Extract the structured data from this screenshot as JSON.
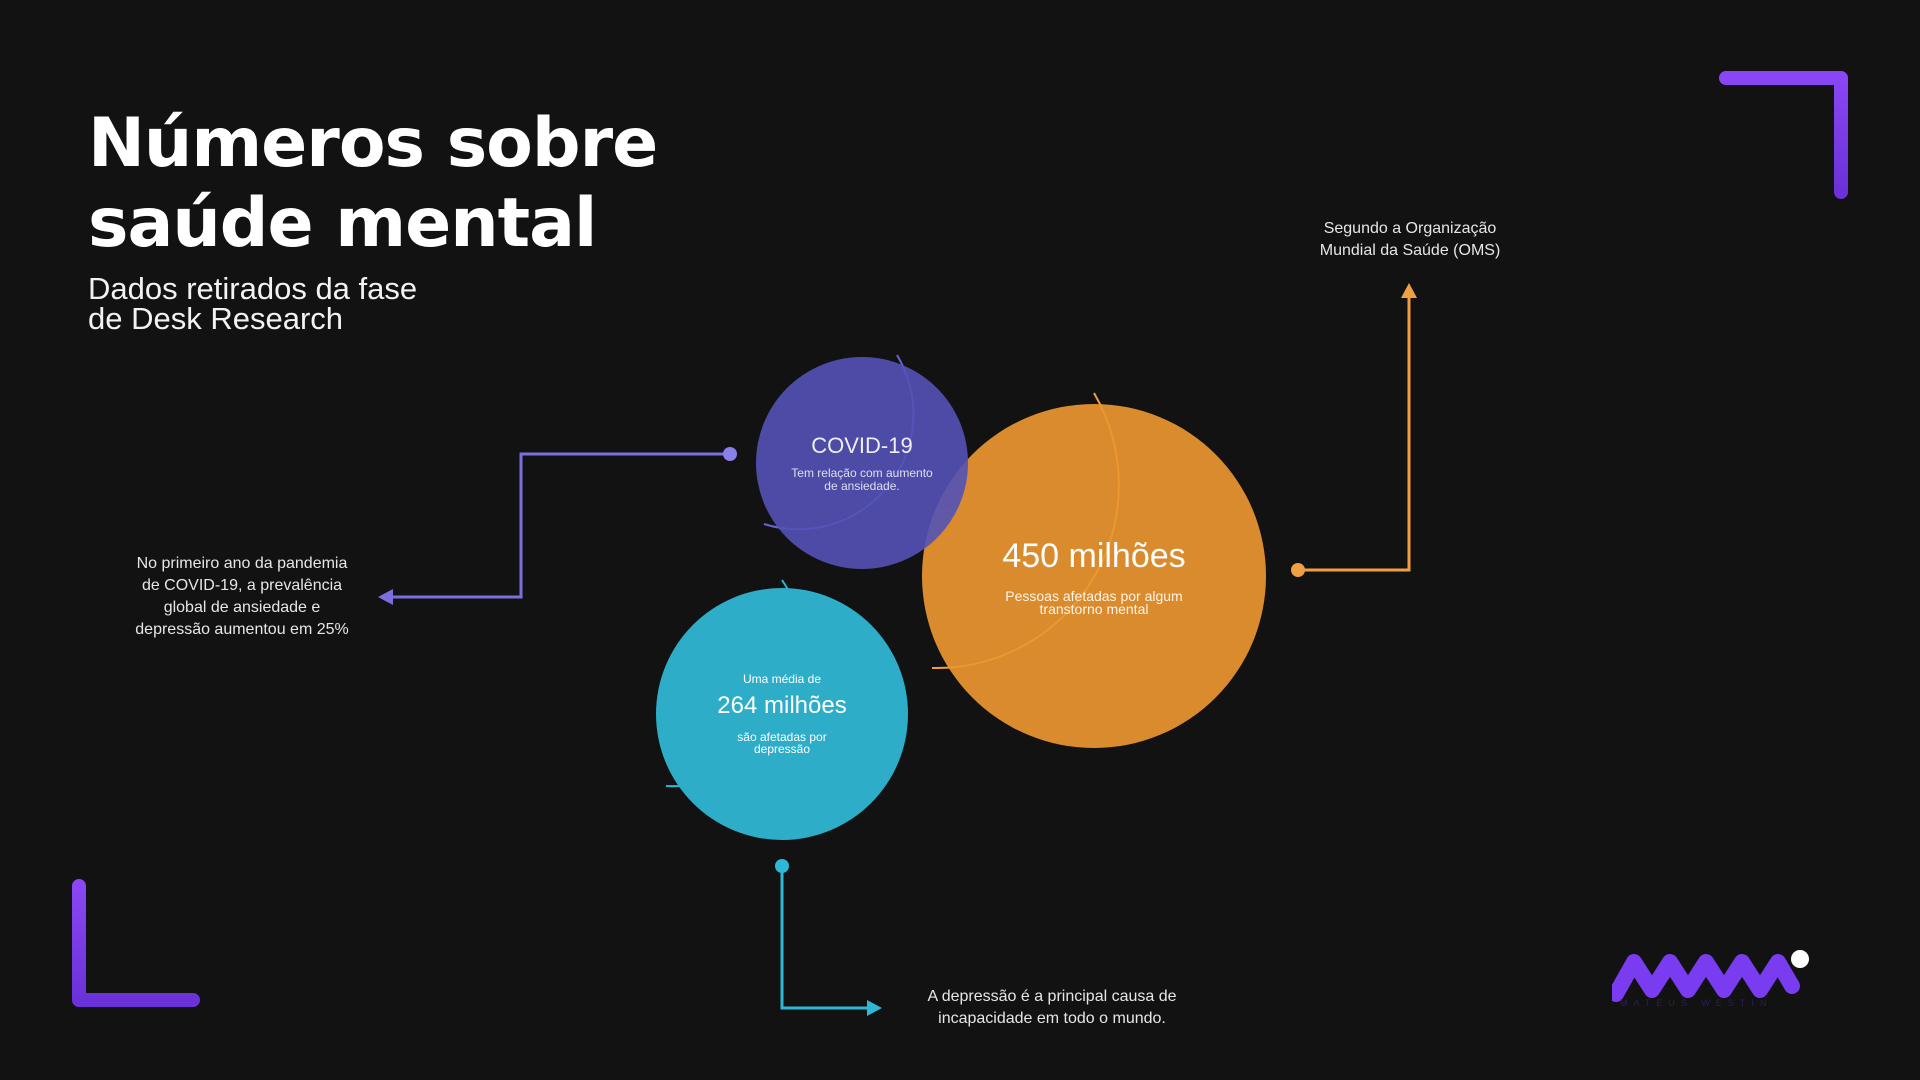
{
  "title": {
    "line1": "Números sobre",
    "line2": "saúde mental"
  },
  "subtitle": {
    "line1": "Dados retirados da fase",
    "line2": "de Desk Research"
  },
  "circles": {
    "covid": {
      "heading": "COVID-19",
      "line1": "Tem relação com aumento",
      "line2": "de ansiedade."
    },
    "orange": {
      "value": "450 milhões",
      "line1": "Pessoas afetadas por algum",
      "line2": "transtorno mental"
    },
    "blue": {
      "prefix": "Uma média de",
      "value": "264 milhões",
      "line1": "são afetadas por",
      "line2": "depressão"
    }
  },
  "annotations": {
    "pandemic": {
      "line1": "No primeiro ano da pandemia",
      "line2": "de COVID-19, a prevalência",
      "line3": "global de ansiedade e",
      "line4": "depressão aumentou em 25%"
    },
    "oms": {
      "line1": "Segundo a Organização",
      "line2": "Mundial da Saúde (OMS)"
    },
    "depression": {
      "line1": "A depressão é a principal causa de",
      "line2": "incapacidade em todo o mundo."
    }
  },
  "logo": {
    "name": "MW logo",
    "subtitle": "MATEUS WESTIN"
  },
  "colors": {
    "background": "#121212",
    "purple": "#7b6fe0",
    "orange": "#f0a043",
    "cyan": "#2eb8d6",
    "accent_violet": "#7a3cf0"
  }
}
